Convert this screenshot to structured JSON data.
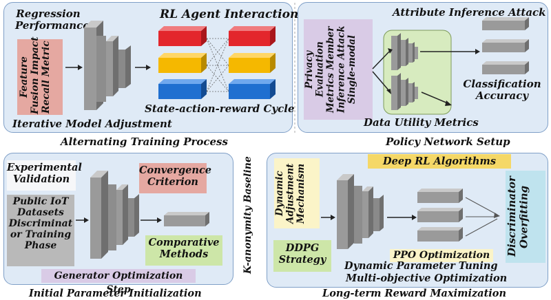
{
  "panels": {
    "top_left": {
      "caption": "Alternating Training Process",
      "header_lines": [
        "Regression",
        "Performance"
      ],
      "rl_title": "RL Agent Interaction",
      "feature_box_lines": [
        "Feature",
        "Fusion Impact",
        "Recall Metric"
      ],
      "cycle_label": "State-action-reward Cycle",
      "bottom_label": "Iterative Model Adjustment"
    },
    "top_right": {
      "caption": "Policy Network Setup",
      "title": "Attribute Inference Attack",
      "privacy_box_lines": [
        "Privacy",
        "Evaluation",
        "Metrics Member",
        "Inference Attack",
        "Single-modal"
      ],
      "classification_lines": [
        "Classification",
        "Accuracy"
      ],
      "utility_label": "Data Utility Metrics"
    },
    "bottom_left": {
      "caption": "Initial Parameter Initialization",
      "experimental_lines": [
        "Experimental",
        "Validation"
      ],
      "convergence_lines": [
        "Convergence",
        "Criterion"
      ],
      "public_lines": [
        "Public IoT",
        "Datasets",
        "Discriminat",
        "or Training",
        "Phase"
      ],
      "comparative_lines": [
        "Comparative",
        "Methods"
      ],
      "generator_label": "Generator Optimization Step"
    },
    "bottom_right": {
      "caption": "Long-term Reward Maximization",
      "deep_rl": "Deep RL Algorithms",
      "dynamic_lines": [
        "Dynamic",
        "Adjustment",
        "Mechanism"
      ],
      "ddpg_lines": [
        "DDPG",
        "Strategy"
      ],
      "ppo": "PPO Optimization",
      "tuning": "Dynamic Parameter Tuning",
      "multi": "Multi-objective Optimization",
      "discriminator_lines": [
        "Discriminator",
        "Overfitting"
      ]
    }
  },
  "side_label": "K-anonymity Baseline",
  "colors": {
    "panel_fill": "#dfeaf6",
    "panel_border": "#7f9fc7",
    "red_box": "#e5a8a1",
    "purple_box": "#d9cbe6",
    "green_box": "#cde6a8",
    "gray_box": "#b9b9b9",
    "yellow_box": "#f5d867",
    "cream_box": "#fbf4c8",
    "cyan_box": "#bfe3ee",
    "bar_red": "#e3262c",
    "bar_yellow": "#f5b800",
    "bar_blue": "#1f6fd0"
  }
}
